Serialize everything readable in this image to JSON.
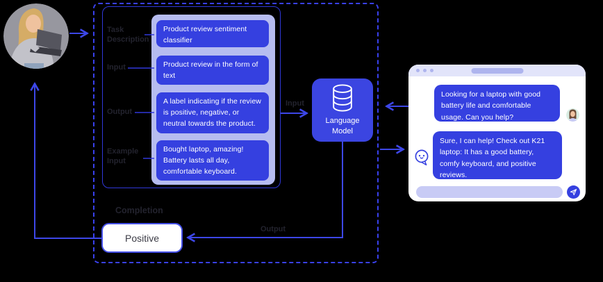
{
  "prompt_box": {
    "rows": [
      {
        "label": "Task Description",
        "value": "Product review sentiment classifier"
      },
      {
        "label": "Input",
        "value": "Product review in the form of text"
      },
      {
        "label": "Output",
        "value": "A label indicating if the review is positive, negative, or neutral towards the product."
      },
      {
        "label": "Example Input",
        "value": "Bought laptop, amazing! Battery lasts all day, comfortable keyboard."
      }
    ]
  },
  "model": {
    "label": "Language Model"
  },
  "flow_labels": {
    "input": "Input",
    "output": "Output"
  },
  "completion": {
    "label": "Completion",
    "value": "Positive"
  },
  "chat": {
    "messages": [
      {
        "role": "user",
        "text": "Looking for a laptop with good battery life and comfortable usage. Can you help?"
      },
      {
        "role": "assistant",
        "text": "Sure, I can help! Check out K21 laptop: It has a good battery, comfy keyboard, and positive reviews."
      }
    ]
  },
  "colors": {
    "primary_blue": "#3540E0",
    "panel_lavender": "#B6BCF0",
    "wire_blue": "#3D47E8",
    "dashed_border": "#3941EE",
    "chat_header": "#E2E4FA",
    "chat_accent": "#AEB4EE",
    "input_pill": "#C8CBF5",
    "label_dark": "#23232E",
    "background": "#000000"
  }
}
